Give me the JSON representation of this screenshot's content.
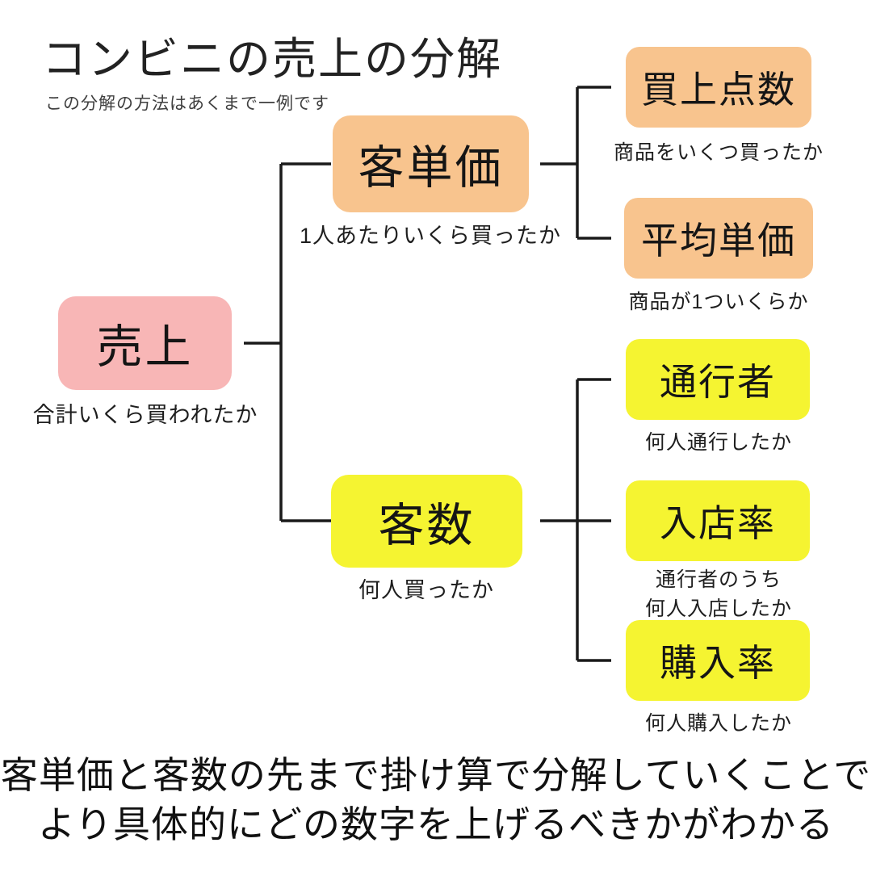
{
  "header": {
    "title": "コンビニの売上の分解",
    "subtitle": "この分解の方法はあくまで一例です"
  },
  "colors": {
    "pink": "#f8b6b6",
    "orange": "#f8c48e",
    "yellow": "#f5f431"
  },
  "nodes": {
    "sales": {
      "label": "売上",
      "caption": "合計いくら買われたか",
      "color": "#f8b6b6",
      "level": 1
    },
    "per_customer_spend": {
      "label": "客単価",
      "caption": "1人あたりいくら買ったか",
      "color": "#f8c48e",
      "level": 2,
      "parent": "売上"
    },
    "customer_count": {
      "label": "客数",
      "caption": "何人買ったか",
      "color": "#f5f431",
      "level": 2,
      "parent": "売上"
    },
    "items_purchased": {
      "label": "買上点数",
      "caption": "商品をいくつ買ったか",
      "color": "#f8c48e",
      "level": 3,
      "parent": "客単価"
    },
    "average_unit_price": {
      "label": "平均単価",
      "caption": "商品が1ついくらか",
      "color": "#f8c48e",
      "level": 3,
      "parent": "客単価"
    },
    "passersby": {
      "label": "通行者",
      "caption": "何人通行したか",
      "color": "#f5f431",
      "level": 3,
      "parent": "客数"
    },
    "entry_rate": {
      "label": "入店率",
      "caption": "通行者のうち",
      "caption2": "何人入店したか",
      "color": "#f5f431",
      "level": 3,
      "parent": "客数"
    },
    "purchase_rate": {
      "label": "購入率",
      "caption": "何人購入したか",
      "color": "#f5f431",
      "level": 3,
      "parent": "客数"
    }
  },
  "footer": {
    "line1": "客単価と客数の先まで掛け算で分解していくことで",
    "line2": "より具体的にどの数字を上げるべきかがわかる"
  }
}
